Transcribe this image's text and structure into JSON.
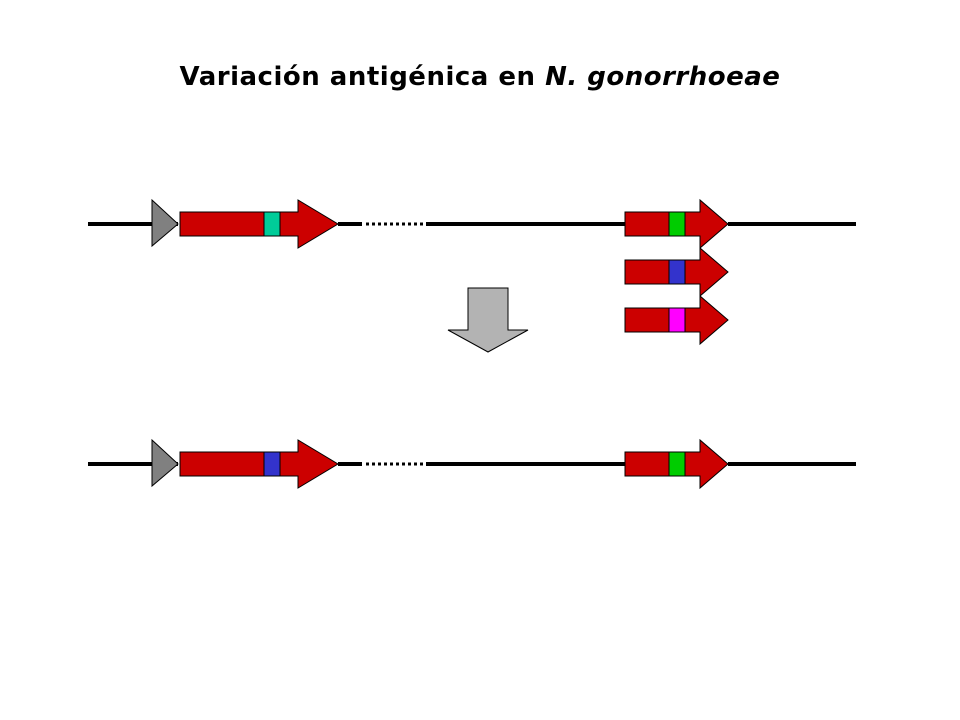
{
  "title": {
    "text": "Variación antigénica en ",
    "species": "N. gonorrhoeae"
  },
  "colors": {
    "background": "#ffffff",
    "dna_line": "#000000",
    "promoter": "#808080",
    "gene": "#cc0000",
    "process_arrow": "#b3b3b3",
    "cassette_teal": "#00cc99",
    "cassette_green": "#00cc00",
    "cassette_blue": "#3333cc",
    "cassette_magenta": "#ff00ff"
  },
  "before": {
    "expression_locus_cassette": "cassette_teal",
    "silent_copies": [
      "cassette_green",
      "cassette_blue",
      "cassette_magenta"
    ]
  },
  "after": {
    "expression_locus_cassette": "cassette_blue",
    "silent_copies": [
      "cassette_green"
    ]
  }
}
